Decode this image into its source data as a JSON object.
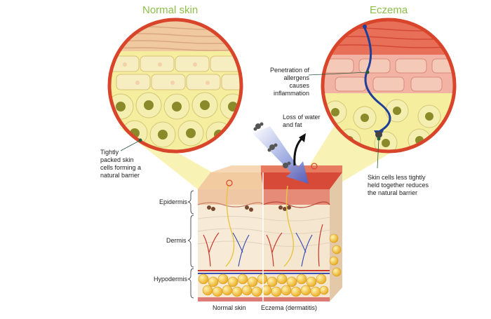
{
  "titles": {
    "normal": "Normal skin",
    "eczema": "Eczema"
  },
  "annotations": {
    "tightly_packed": [
      "Tightly",
      "packed skin",
      "cells forming a",
      "natural barrier"
    ],
    "penetration": [
      "Penetration of",
      "allergens causes",
      "inflammation"
    ],
    "loss": [
      "Loss of water",
      "and fat"
    ],
    "less_tightly": [
      "Skin cells less tightly",
      "held together reduces",
      "the natural barrier"
    ]
  },
  "layers": {
    "epidermis": "Epidermis",
    "dermis": "Dermis",
    "hypodermis": "Hypodermis"
  },
  "bottom_labels": {
    "normal": "Normal skin",
    "eczema": "Eczema (dermatitis)"
  },
  "colors": {
    "circle_border": "#d9452b",
    "title_green": "#8dbf4a",
    "cell_fill": "#f4efb0",
    "nucleus": "#8a8a2a",
    "allergen_arrow": "#1f3f9a",
    "fat": "#f5c23a",
    "callout_yellow": "#f8f0a8"
  }
}
